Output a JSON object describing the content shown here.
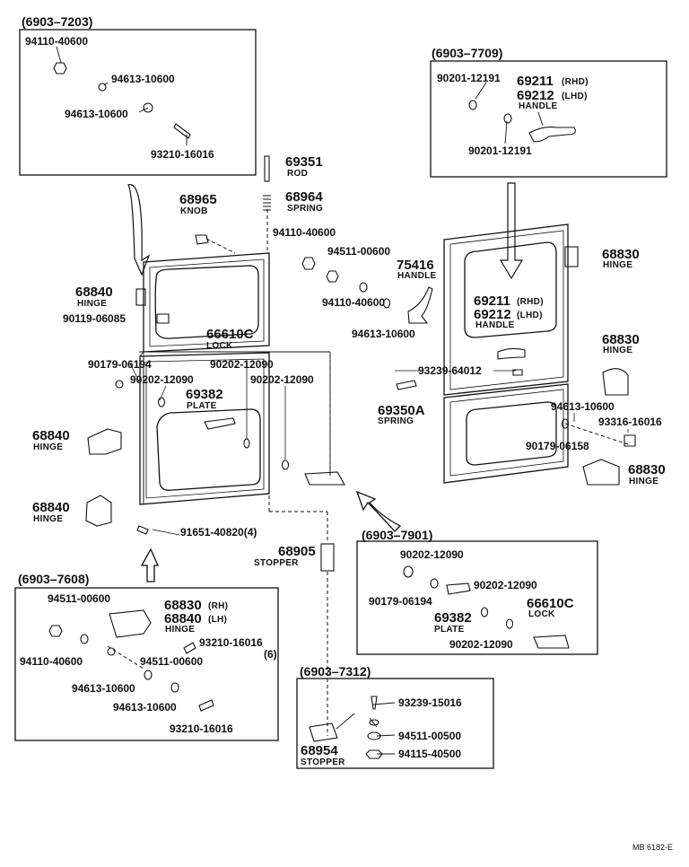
{
  "footer_code": "MB 6182-E",
  "boxes": {
    "b7203": {
      "header": "(6903–7203)",
      "labels": [
        "94110-40600",
        "94613-10600",
        "94613-10600",
        "93210-16016"
      ]
    },
    "b7709": {
      "header": "(6903–7709)",
      "labels": [
        "90201-12191",
        "69211",
        "(RHD)",
        "69212",
        "(LHD)",
        "HANDLE",
        "90201-12191"
      ]
    },
    "b7608": {
      "header": "(6903–7608)",
      "labels": [
        "94511-00600",
        "68830",
        "(RH)",
        "68840",
        "(LH)",
        "HINGE",
        "93210-16016",
        "(6)",
        "94110-40600",
        "94511-00600",
        "94613-10600",
        "94613-10600",
        "93210-16016"
      ]
    },
    "b7901": {
      "header": "(6903–7901)",
      "labels": [
        "90202-12090",
        "90202-12090",
        "90179-06194",
        "69382",
        "PLATE",
        "66610C",
        "LOCK",
        "90202-12090"
      ]
    },
    "b7312": {
      "header": "(6903–7312)",
      "labels": [
        "93239-15016",
        "94511-00500",
        "68954",
        "STOPPER",
        "94115-40500"
      ]
    }
  },
  "main": {
    "labels": [
      "69351",
      "ROD",
      "68965",
      "KNOB",
      "68964",
      "SPRING",
      "94110-40600",
      "94511-00600",
      "75416",
      "HANDLE",
      "68840",
      "HINGE",
      "94110-40600",
      "90119-06085",
      "66610C",
      "LOCK",
      "94613-10600",
      "90179-06194",
      "90202-12090",
      "90202-12090",
      "90202-12090",
      "69382",
      "PLATE",
      "68840",
      "HINGE",
      "68840",
      "HINGE",
      "91651-40820(4)",
      "68905",
      "STOPPER",
      "68830",
      "HINGE",
      "69211",
      "(RHD)",
      "69212",
      "(LHD)",
      "HANDLE",
      "68830",
      "HINGE",
      "93239-64012",
      "69350A",
      "SPRING",
      "94613-10600",
      "93316-16016",
      "90179-06158",
      "68830",
      "HINGE"
    ]
  }
}
